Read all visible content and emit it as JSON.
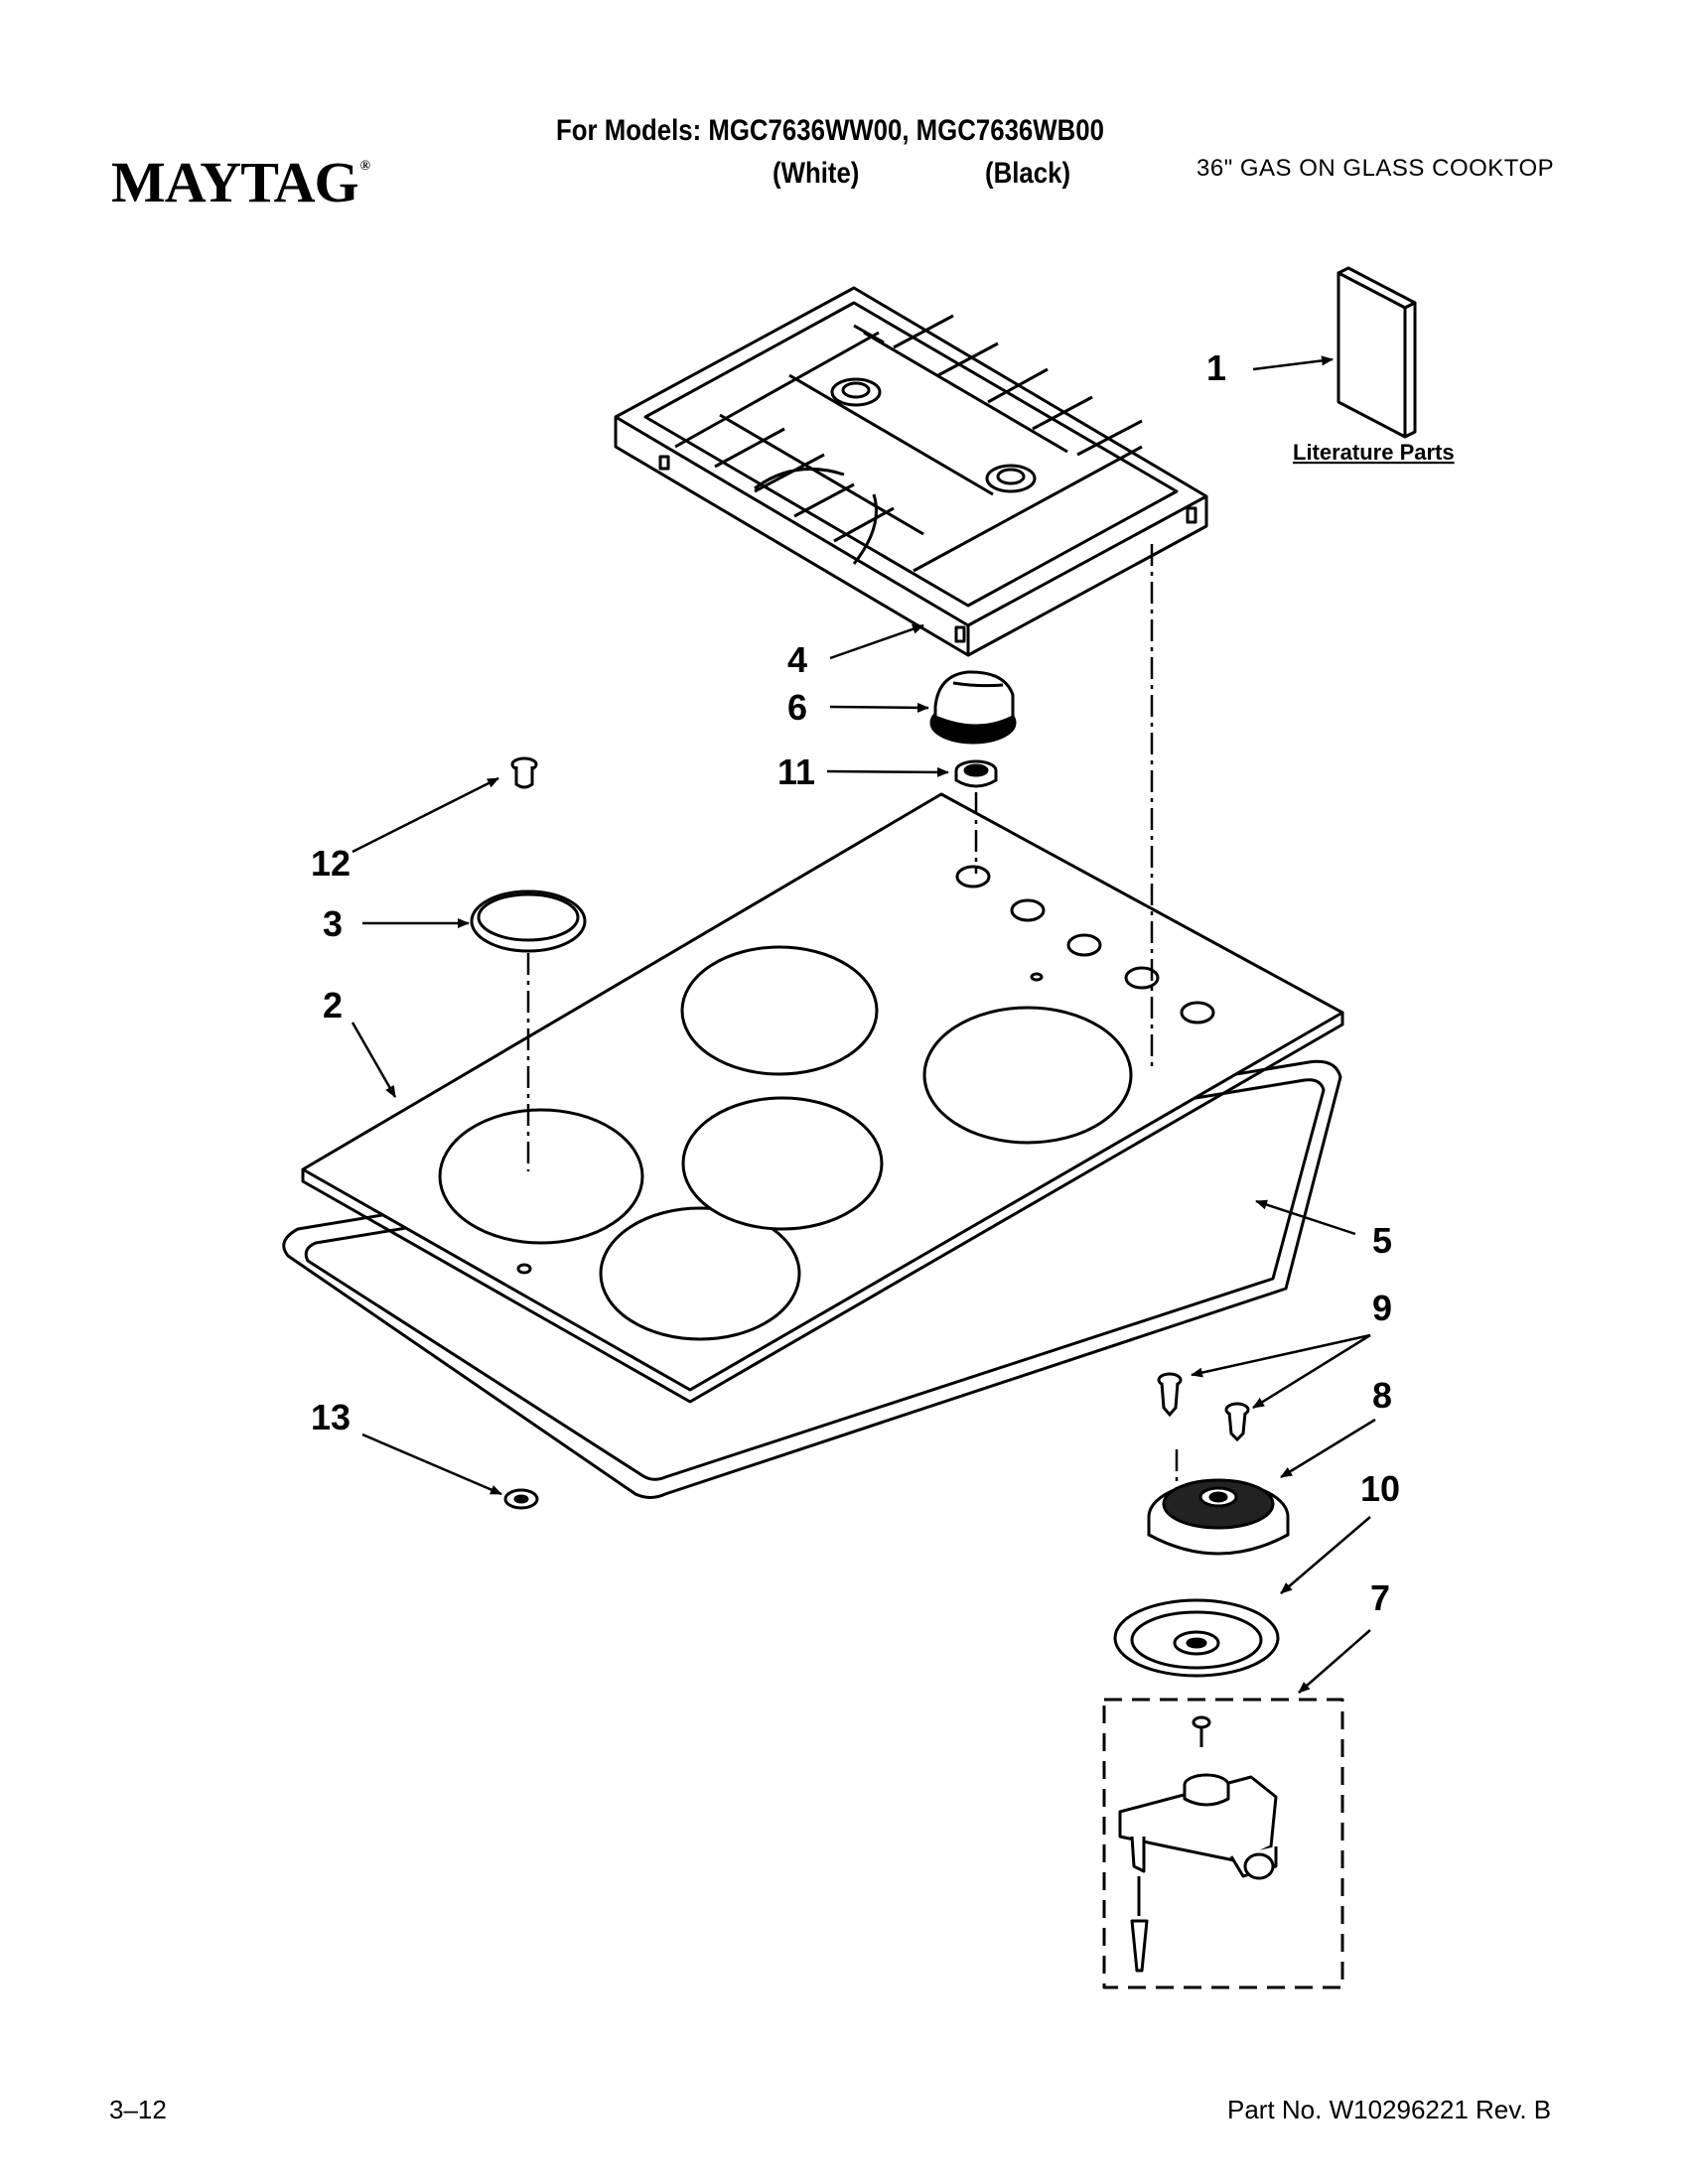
{
  "header": {
    "brand": "MAYTAG",
    "brand_mark": "®",
    "models_line": "For Models: MGC7636WW00, MGC7636WB00",
    "variant_white": "(White)",
    "variant_black": "(Black)",
    "product_name": "36\" GAS ON GLASS COOKTOP"
  },
  "diagram": {
    "literature_label": "Literature Parts",
    "callouts": [
      "1",
      "2",
      "3",
      "4",
      "5",
      "6",
      "7",
      "8",
      "9",
      "10",
      "11",
      "12",
      "13"
    ]
  },
  "footer": {
    "page": "3–12",
    "part_no": "Part No. W10296221 Rev. B"
  }
}
